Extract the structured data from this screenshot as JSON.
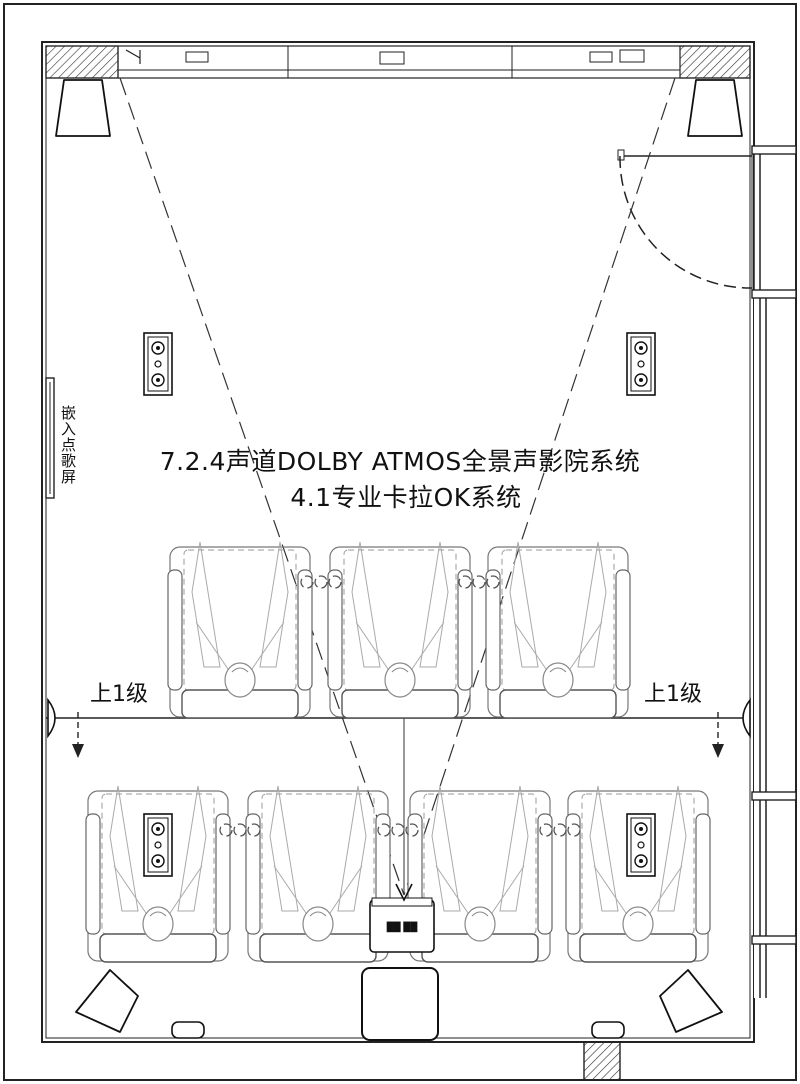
{
  "title_line1": "7.2.4声道DOLBY ATMOS全景声影院系统",
  "title_line2": "4.1专业卡拉OK系统",
  "step_label_left": "上1级",
  "step_label_right": "上1级",
  "embedded_screen_label": "嵌入点歌屏",
  "equipment_label": "██ ██"
}
